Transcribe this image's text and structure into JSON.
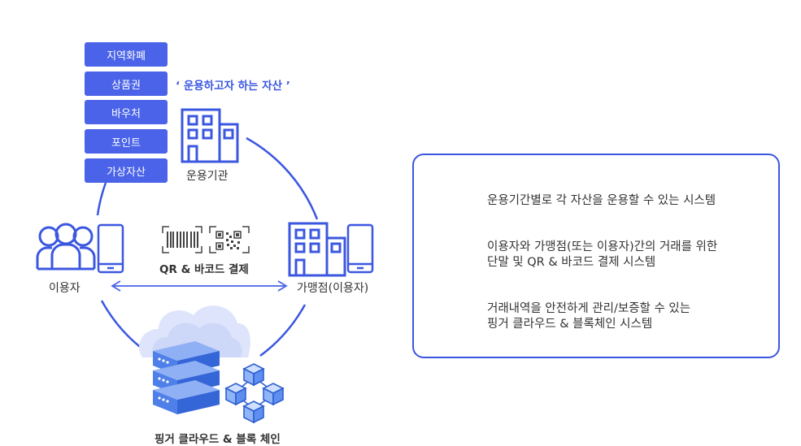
{
  "asset_types": [
    "지역화폐",
    "상품권",
    "바우처",
    "포인트",
    "가상자산"
  ],
  "asset_note": "‘ 운용하고자 하는 자산 ’",
  "nodes": {
    "operator": "운용기관",
    "user": "이용자",
    "merchant": "가맹점(이용자)",
    "payment": "QR & 바코드 결제",
    "cloud": "핑거 클라우드 & 블록 체인"
  },
  "features": [
    "운용기간별로 각 자산을 운용할 수 있는 시스템",
    "이용자와 가맹점(또는 이용자)간의 거래를 위한\n단말 및 QR & 바코드 결제 시스템",
    "거래내역을 안전하게 관리/보증할 수 있는\n핑거 클라우드 & 블록체인 시스템"
  ],
  "colors": {
    "accent": "#4a63e8",
    "circle": "#3b57e0",
    "check": "#2f6fd6"
  },
  "icons": [
    "building-icon",
    "users-icon",
    "phone-icon",
    "barcode-icon",
    "qr-code-icon",
    "server-icon",
    "cloud-icon",
    "blockchain-icon",
    "check-icon",
    "double-arrow-icon"
  ]
}
